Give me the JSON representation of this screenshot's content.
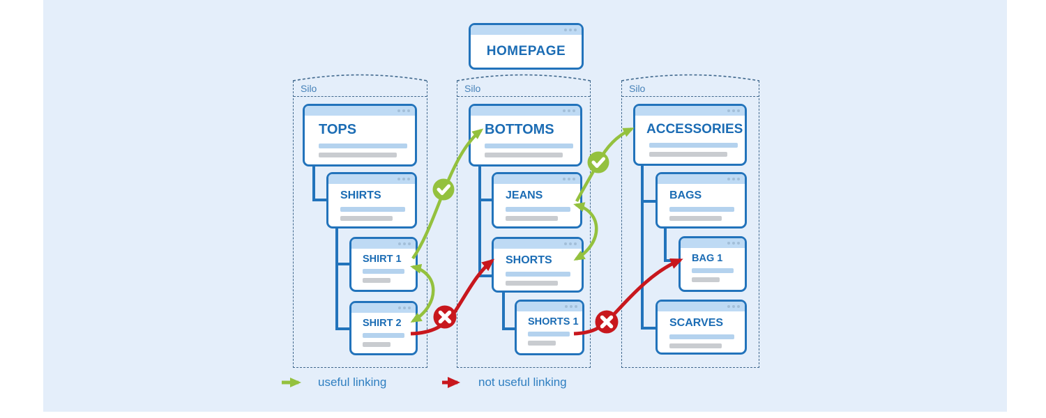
{
  "homepage": {
    "label": "HOMEPAGE"
  },
  "silos": [
    {
      "label": "Silo",
      "pages": [
        {
          "label": "TOPS"
        },
        {
          "label": "SHIRTS"
        },
        {
          "label": "SHIRT 1"
        },
        {
          "label": "SHIRT 2"
        }
      ]
    },
    {
      "label": "Silo",
      "pages": [
        {
          "label": "BOTTOMS"
        },
        {
          "label": "JEANS"
        },
        {
          "label": "SHORTS"
        },
        {
          "label": "SHORTS 1"
        }
      ]
    },
    {
      "label": "Silo",
      "pages": [
        {
          "label": "ACCESSORIES"
        },
        {
          "label": "BAGS"
        },
        {
          "label": "BAG 1"
        },
        {
          "label": "SCARVES"
        }
      ]
    }
  ],
  "links": [
    {
      "from": "SHIRT 1",
      "to": "SHIRT 2",
      "type": "useful",
      "bidirectional": true
    },
    {
      "from": "SHIRT 1",
      "to": "BOTTOMS",
      "type": "useful",
      "badge": "check"
    },
    {
      "from": "JEANS",
      "to": "SHORTS",
      "type": "useful",
      "bidirectional": true
    },
    {
      "from": "JEANS",
      "to": "ACCESSORIES",
      "type": "useful",
      "badge": "check"
    },
    {
      "from": "SHIRT 2",
      "to": "SHORTS",
      "type": "not-useful",
      "badge": "cross"
    },
    {
      "from": "SHORTS 1",
      "to": "BAG 1",
      "type": "not-useful",
      "badge": "cross"
    }
  ],
  "legend": {
    "useful_label": "useful linking",
    "not_useful_label": "not useful linking"
  },
  "colors": {
    "useful": "#94c13e",
    "not_useful": "#c8171d",
    "page_border": "#2273bb",
    "heading_text": "#1b6cb4",
    "panel_bg": "#e4eefa",
    "dashed_border": "#3f678c"
  }
}
